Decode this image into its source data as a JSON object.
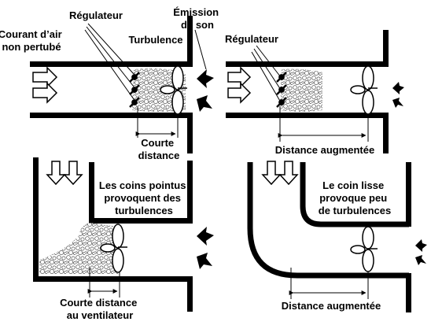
{
  "panels": {
    "top_left": {
      "label_air": [
        "Courant d’air",
        "non pertubé"
      ],
      "label_regulator": "Régulateur",
      "label_turbulence": "Turbulence",
      "label_sound": [
        "Émission",
        "de son"
      ],
      "label_distance": [
        "Courte",
        "distance"
      ]
    },
    "top_right": {
      "label_regulator": "Régulateur",
      "label_distance": "Distance augmentée"
    },
    "bottom_left": {
      "label_corners": [
        "Les coins pointus",
        "provoquent des",
        "turbulences"
      ],
      "label_distance": [
        "Courte distance",
        "au ventilateur"
      ]
    },
    "bottom_right": {
      "label_corner": [
        "Le coin lisse",
        "provoque peu",
        "de turbulences"
      ],
      "label_distance": "Distance augmentée"
    }
  },
  "colors": {
    "ink": "#000000",
    "paper": "#ffffff",
    "bubble": "#555555"
  }
}
